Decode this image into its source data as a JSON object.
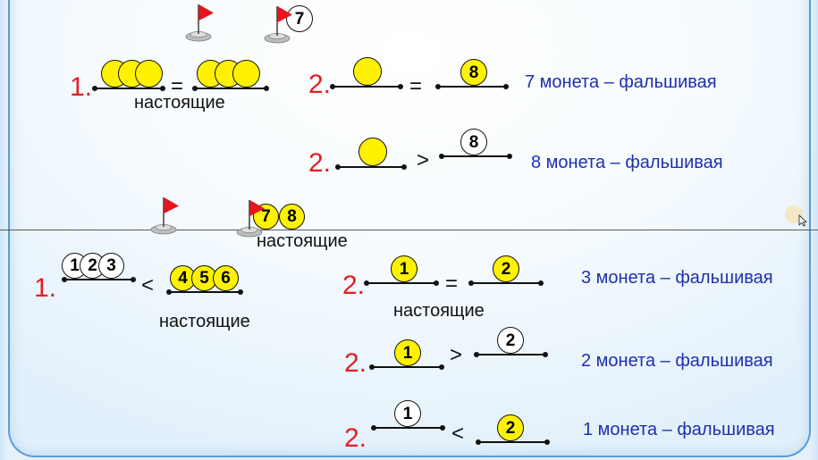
{
  "colors": {
    "step_number": "#e31e24",
    "conclusion": "#1f2fb0",
    "flag": "#e8141c",
    "frame": "#5b9bd5",
    "coin_yellow": "#fff200",
    "coin_white": "#ffffff"
  },
  "icons": {
    "marker": "flag-icon",
    "pointer": "mouse-cursor-icon"
  },
  "case_one": {
    "marker_coin": {
      "label": "7",
      "fill": "#ffffff"
    },
    "weighing_1": {
      "step": "1.",
      "left_pan": [
        {
          "label": "",
          "fill": "#fff200"
        },
        {
          "label": "",
          "fill": "#fff200"
        },
        {
          "label": "",
          "fill": "#fff200"
        }
      ],
      "sign": "=",
      "right_pan": [
        {
          "label": "",
          "fill": "#fff200"
        },
        {
          "label": "",
          "fill": "#fff200"
        },
        {
          "label": "",
          "fill": "#fff200"
        }
      ],
      "note": "настоящие"
    },
    "weighing_2_balanced": {
      "step": "2.",
      "left_pan": [
        {
          "label": "",
          "fill": "#fff200"
        }
      ],
      "sign": "=",
      "right_pan": [
        {
          "label": "8",
          "fill": "#fff200"
        }
      ],
      "conclusion": "7 монета – фальшивая"
    },
    "weighing_2_left_heavier": {
      "step": "2.",
      "left_pan": [
        {
          "label": "",
          "fill": "#fff200"
        }
      ],
      "sign": ">",
      "right_pan": [
        {
          "label": "8",
          "fill": "#ffffff"
        }
      ],
      "conclusion": "8 монета – фальшивая"
    }
  },
  "case_two": {
    "marker_coins": [
      {
        "label": "7",
        "fill": "#fff200"
      },
      {
        "label": "8",
        "fill": "#fff200"
      }
    ],
    "marker_note": "настоящие",
    "weighing_1": {
      "step": "1.",
      "left_pan": [
        {
          "label": "1",
          "fill": "#ffffff"
        },
        {
          "label": "2",
          "fill": "#ffffff"
        },
        {
          "label": "3",
          "fill": "#ffffff"
        }
      ],
      "sign": "<",
      "right_pan": [
        {
          "label": "4",
          "fill": "#fff200"
        },
        {
          "label": "5",
          "fill": "#fff200"
        },
        {
          "label": "6",
          "fill": "#fff200"
        }
      ],
      "note": "настоящие"
    },
    "weighing_2_balanced": {
      "step": "2.",
      "left_pan": [
        {
          "label": "1",
          "fill": "#fff200"
        }
      ],
      "sign": "=",
      "right_pan": [
        {
          "label": "2",
          "fill": "#fff200"
        }
      ],
      "note": "настоящие",
      "conclusion": "3 монета – фальшивая"
    },
    "weighing_2_left_heavier": {
      "step": "2.",
      "left_pan": [
        {
          "label": "1",
          "fill": "#fff200"
        }
      ],
      "sign": ">",
      "right_pan": [
        {
          "label": "2",
          "fill": "#ffffff"
        }
      ],
      "conclusion": "2 монета – фальшивая"
    },
    "weighing_2_left_lighter": {
      "step": "2.",
      "left_pan": [
        {
          "label": "1",
          "fill": "#ffffff"
        }
      ],
      "sign": "<",
      "right_pan": [
        {
          "label": "2",
          "fill": "#fff200"
        }
      ],
      "conclusion": "1 монета – фальшивая"
    }
  }
}
